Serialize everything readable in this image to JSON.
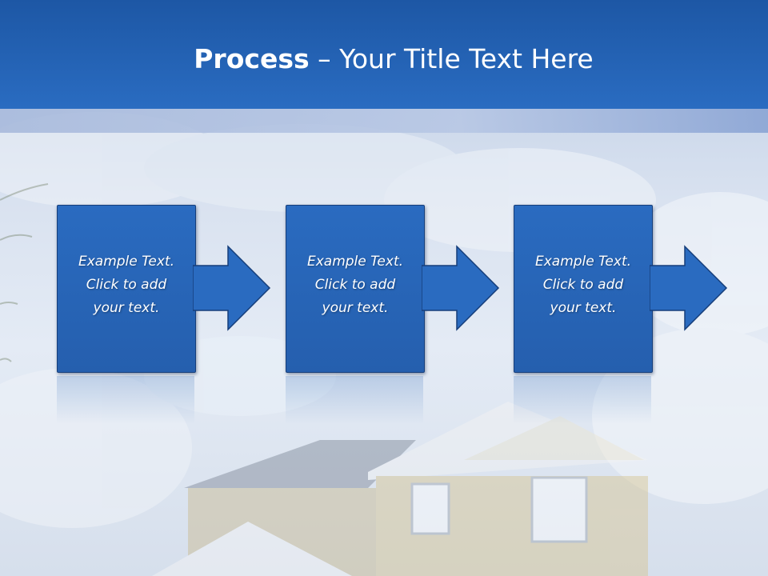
{
  "header": {
    "title_bold": "Process",
    "title_rest": " – Your Title Text Here"
  },
  "steps": [
    {
      "text": "Example Text.\nClick  to add\nyour text."
    },
    {
      "text": "Example Text.\nClick  to add\nyour text."
    },
    {
      "text": "Example Text.\nClick  to add\nyour text."
    }
  ],
  "colors": {
    "header": "#2a6cc1",
    "box": "#2a6bc0",
    "text": "#ffffff"
  }
}
